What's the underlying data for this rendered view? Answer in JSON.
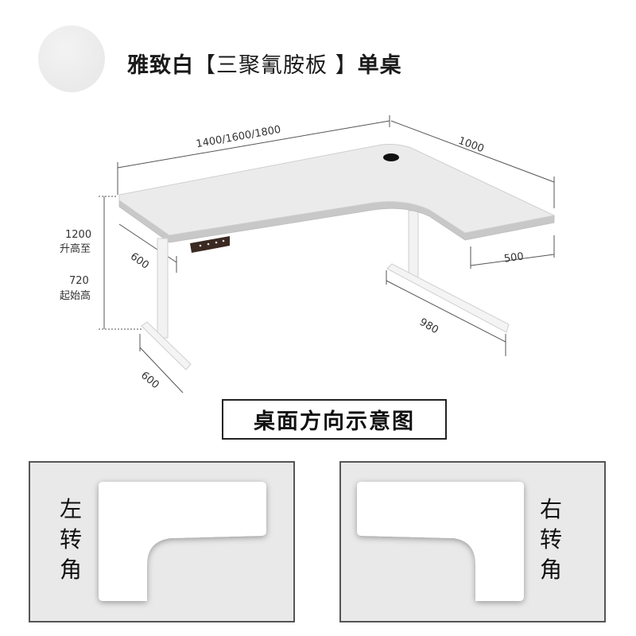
{
  "header": {
    "color_name": "雅致白",
    "material": "【三聚氰胺板 】",
    "product": "单桌",
    "swatch_color": "#ebebeb"
  },
  "dimensions": {
    "main_length": "1400/1600/1800",
    "return_length": "1000",
    "depth_left": "600",
    "return_depth": "500",
    "foot_right": "980",
    "foot_left": "600",
    "max_height_value": "1200",
    "max_height_label": "升高至",
    "min_height_value": "720",
    "min_height_label": "起始高"
  },
  "section_title": "桌面方向示意图",
  "orientations": {
    "left": {
      "chars": [
        "左",
        "转",
        "角"
      ]
    },
    "right": {
      "chars": [
        "右",
        "转",
        "角"
      ]
    }
  },
  "colors": {
    "desk_top": "#ebebeb",
    "edge": "#c9c9c9",
    "panel_bg": "#e9e9e9",
    "frame": "#f4f4f4"
  }
}
